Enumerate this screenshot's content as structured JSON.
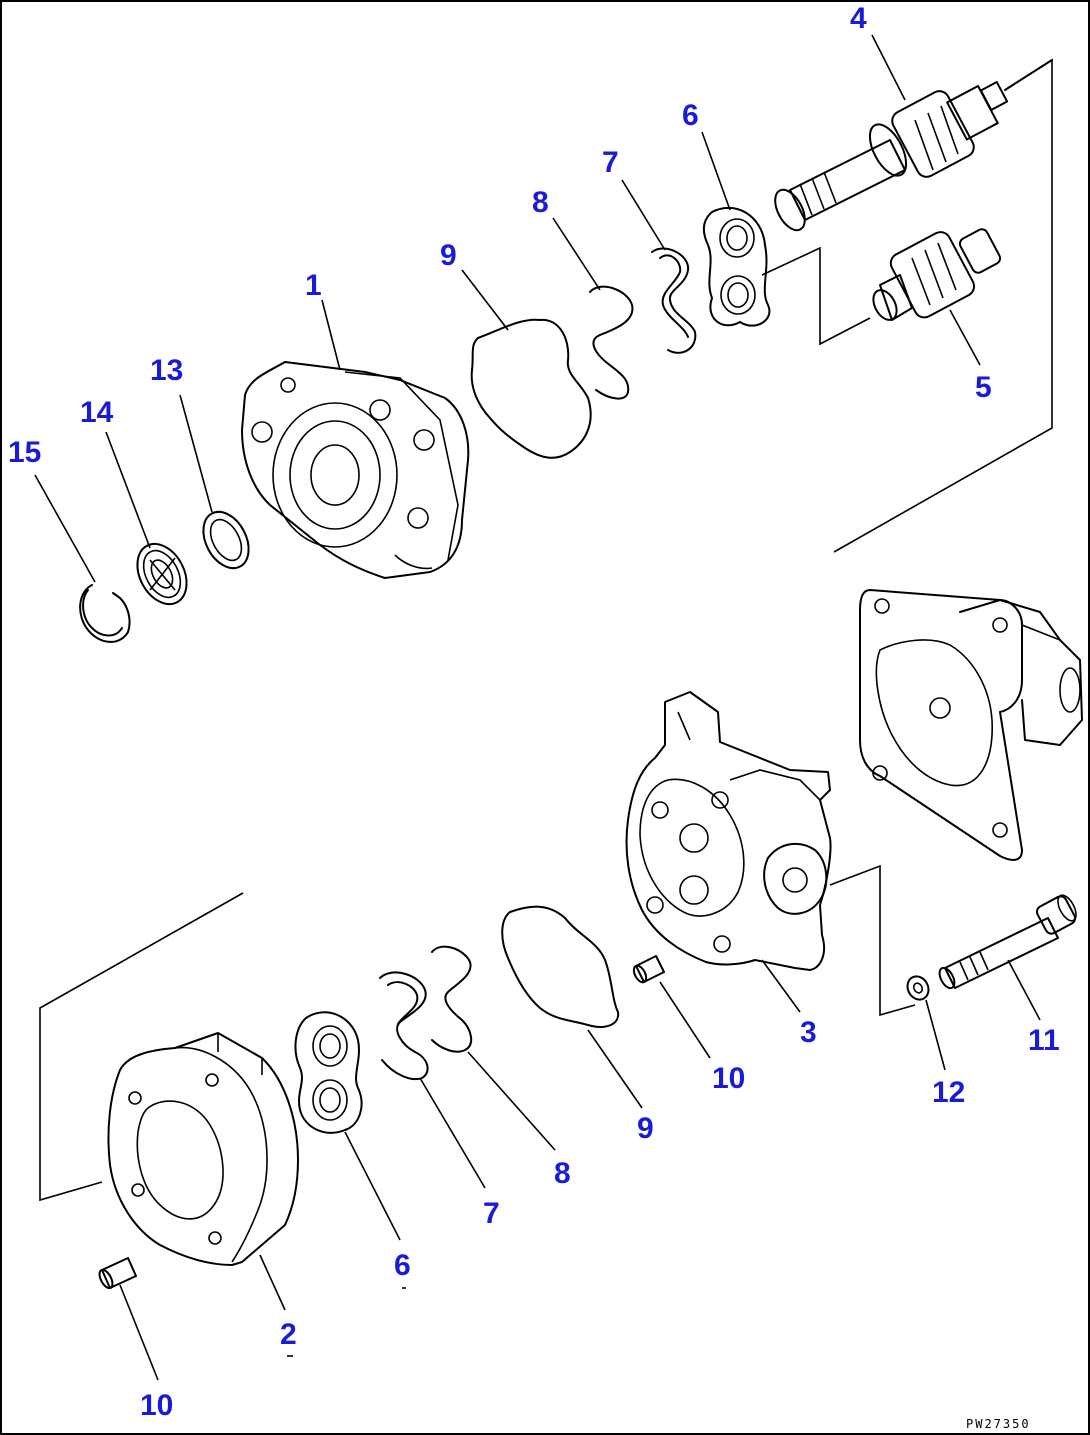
{
  "callouts": {
    "c1": "1",
    "c2": "2",
    "c3": "3",
    "c4": "4",
    "c5": "5",
    "c6a": "6",
    "c6b": "6",
    "c7a": "7",
    "c7b": "7",
    "c8a": "8",
    "c8b": "8",
    "c9a": "9",
    "c9b": "9",
    "c10a": "10",
    "c10b": "10",
    "c11": "11",
    "c12": "12",
    "c13": "13",
    "c14": "14",
    "c15": "15"
  },
  "drawing_code": "PW27350",
  "colors": {
    "callout": "#1a1ad9",
    "linework": "#000000",
    "background": "#ffffff"
  }
}
